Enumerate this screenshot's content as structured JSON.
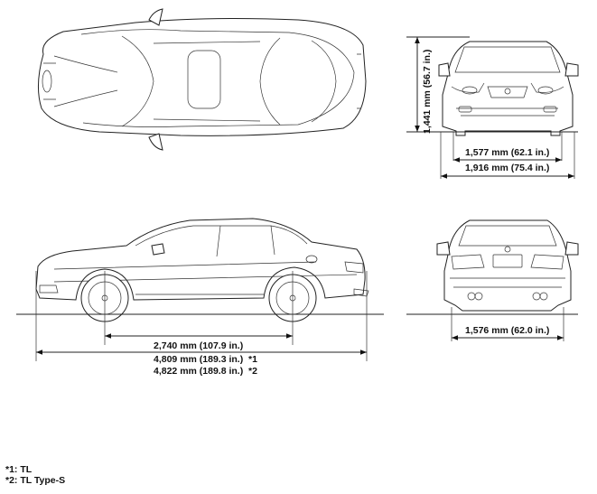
{
  "dimensions": {
    "height": "1,441 mm (56.7 in.)",
    "front_track": "1,577 mm (62.1 in.)",
    "width": "1,916 mm (75.4 in.)",
    "rear_track": "1,576 mm (62.0 in.)",
    "wheelbase": "2,740 mm (107.9 in.)",
    "length_tl": "4,809 mm (189.3 in.)",
    "length_tl_mark": "*1",
    "length_types": "4,822 mm (189.8 in.)",
    "length_types_mark": "*2"
  },
  "footnotes": {
    "note1": "*1: TL",
    "note2": "*2: TL Type-S"
  }
}
